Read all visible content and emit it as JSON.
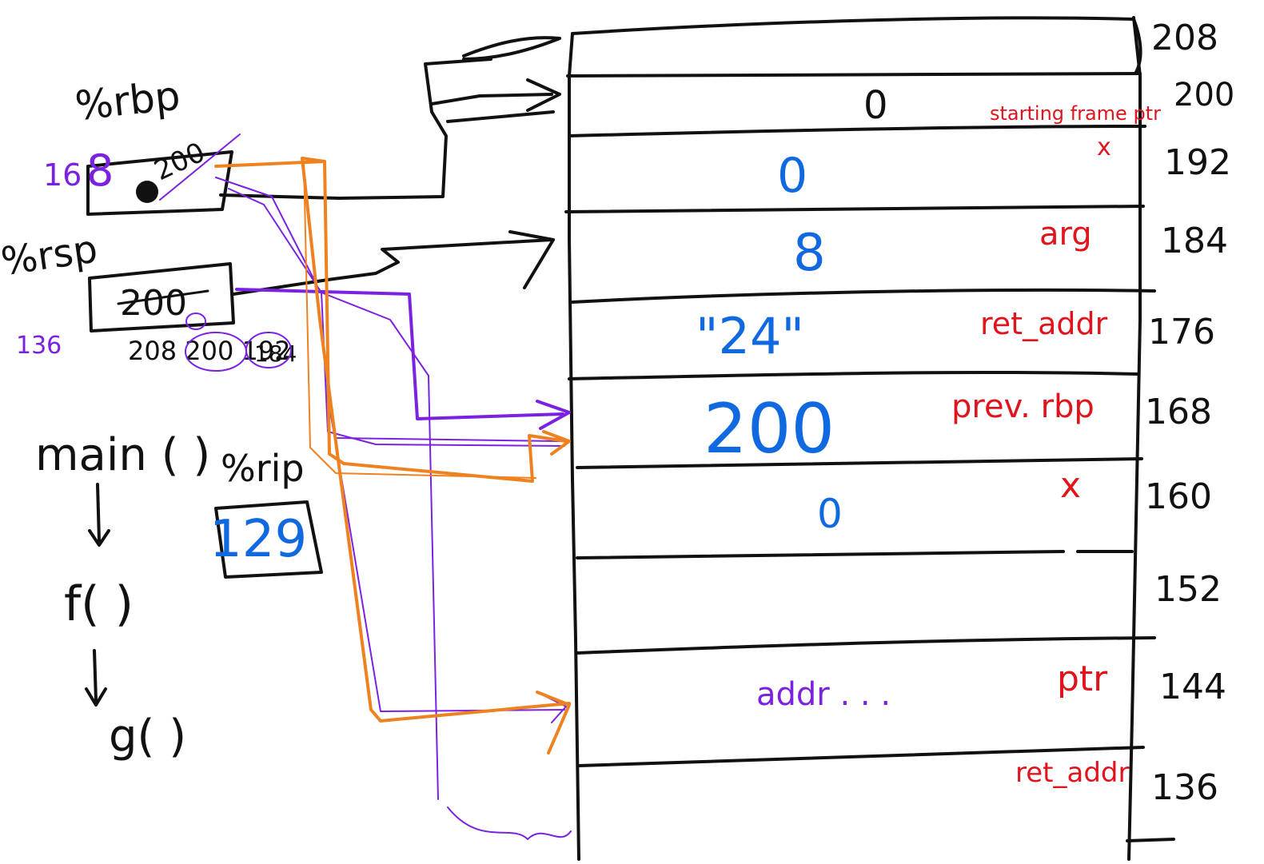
{
  "colors": {
    "ink": "#111111",
    "red": "#e0141c",
    "blue": "#1169e0",
    "purple": "#7b22e0",
    "orange": "#ee8220"
  },
  "registers": {
    "rbp": {
      "label": "%rbp",
      "value": "200",
      "old_value": "8",
      "note_purple": "16"
    },
    "rsp": {
      "label": "%rsp",
      "value": "200",
      "old_values": "208 200 192",
      "note_purple": "136",
      "new_value": "184"
    },
    "rip": {
      "label": "%rip",
      "value": "129"
    }
  },
  "call_chain": [
    "main ( )",
    "f( )",
    "g( )"
  ],
  "stack": {
    "top_address": "208",
    "rows": [
      {
        "address": "200",
        "value": "0",
        "label": "starting frame ptr"
      },
      {
        "address": "192",
        "value": "0",
        "label": "x"
      },
      {
        "address": "184",
        "value": "8",
        "label": "arg"
      },
      {
        "address": "176",
        "value": "\"24\"",
        "label": "ret_addr"
      },
      {
        "address": "168",
        "value": "200",
        "label": "prev. rbp"
      },
      {
        "address": "160",
        "value": "0",
        "label": "x"
      },
      {
        "address": "152",
        "value": "",
        "label": ""
      },
      {
        "address": "144",
        "value": "addr . . .",
        "label": "ptr"
      },
      {
        "address": "136",
        "value": "",
        "label": "ret_addr"
      }
    ]
  }
}
